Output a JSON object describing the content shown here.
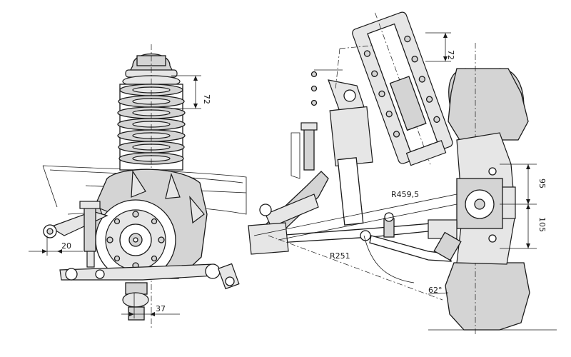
{
  "dimensions": {
    "left": {
      "spring_top": "72",
      "arm_offset": "20",
      "hub_offset": "37"
    },
    "right": {
      "shock_top": "72",
      "upper_radius": "R459,5",
      "lower_radius": "R251",
      "upper_height": "95",
      "lower_height": "105",
      "camber_angle": "62°"
    }
  }
}
